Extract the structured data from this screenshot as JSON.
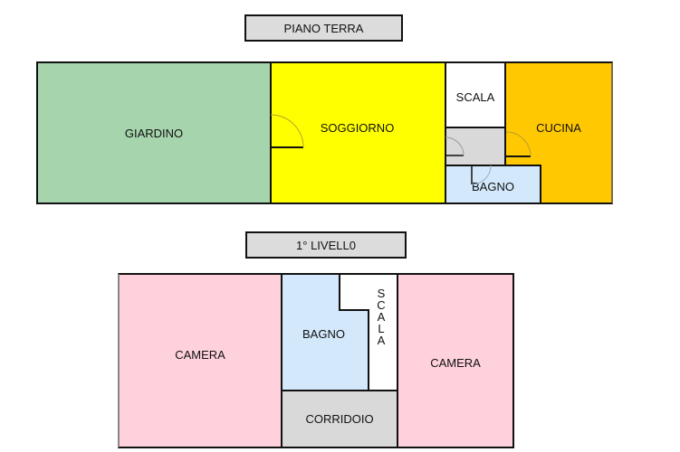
{
  "ground_floor": {
    "title": "PIANO TERRA",
    "rooms": {
      "giardino": {
        "label": "GIARDINO",
        "color": "#a6d4ad"
      },
      "soggiorno": {
        "label": "SOGGIORNO",
        "color": "#ffff00"
      },
      "scala": {
        "label": "SCALA",
        "color": "#ffffff"
      },
      "disimpegno": {
        "label": "",
        "color": "#d9d9d9"
      },
      "cucina": {
        "label": "CUCINA",
        "color": "#ffc800"
      },
      "bagno": {
        "label": "BAGNO",
        "color": "#d3e8fb"
      }
    }
  },
  "first_floor": {
    "title": "1° LIVELL0",
    "rooms": {
      "camera_left": {
        "label": "CAMERA",
        "color": "#ffd1dc"
      },
      "bagno": {
        "label": "BAGNO",
        "color": "#d3e8fb"
      },
      "scala": {
        "label": "SCALA",
        "letters": [
          "S",
          "C",
          "A",
          "L",
          "A"
        ],
        "color": "#ffffff"
      },
      "corridoio": {
        "label": "CORRIDOIO",
        "color": "#d9d9d9"
      },
      "camera_right": {
        "label": "CAMERA",
        "color": "#ffd1dc"
      }
    }
  },
  "colors": {
    "wall": "#111111",
    "door_arc": "#b8a030"
  }
}
